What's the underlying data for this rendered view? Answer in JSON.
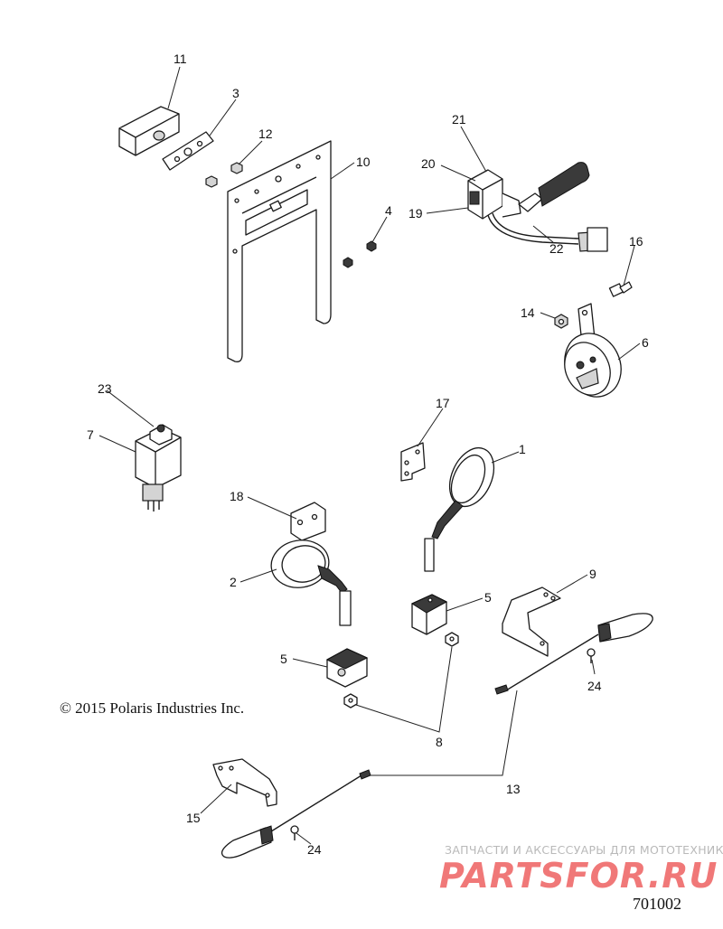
{
  "callouts": [
    "11",
    "3",
    "12",
    "10",
    "21",
    "20",
    "19",
    "4",
    "22",
    "16",
    "14",
    "6",
    "23",
    "7",
    "17",
    "1",
    "18",
    "2",
    "5",
    "9",
    "5",
    "24",
    "8",
    "13",
    "15",
    "24"
  ],
  "copyright": "© 2015 Polaris Industries Inc.",
  "figure_number": "701002",
  "watermark": {
    "tagline": "ЗАПЧАСТИ И АКСЕССУАРЫ ДЛЯ МОТОТЕХНИКИ",
    "brand": "PARTSFOR.RU"
  }
}
